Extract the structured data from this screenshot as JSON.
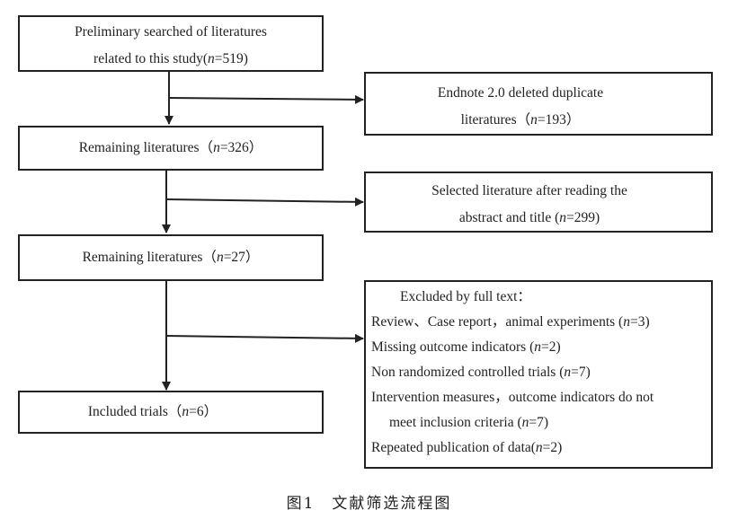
{
  "boxes": {
    "initial": {
      "line1": "Preliminary searched of literatures",
      "line2a": "related to this study(",
      "n": "n",
      "line2b": "=519)"
    },
    "duplicates": {
      "line1": "Endnote 2.0 deleted duplicate",
      "line2a": "literatures（",
      "n": "n",
      "line2b": "=193）"
    },
    "remaining1": {
      "a": "Remaining literatures（",
      "n": "n",
      "b": "=326）"
    },
    "abstract": {
      "line1": "Selected literature after reading the",
      "line2a": "abstract and title (",
      "n": "n",
      "line2b": "=299)"
    },
    "remaining2": {
      "a": "Remaining literatures（",
      "n": "n",
      "b": "=27）"
    },
    "excluded": {
      "header": "Excluded by full text：",
      "items": [
        {
          "a": "Review、Case report，animal experiments (",
          "n": "n",
          "b": "=3)"
        },
        {
          "a": "Missing outcome indicators (",
          "n": "n",
          "b": "=2)"
        },
        {
          "a": "Non randomized controlled trials (",
          "n": "n",
          "b": "=7)"
        },
        {
          "a": "Intervention measures，outcome indicators do not",
          "n": "",
          "b": ""
        },
        {
          "a": "meet inclusion criteria (",
          "n": "n",
          "b": "=7)"
        },
        {
          "a": "Repeated publication of data(",
          "n": "n",
          "b": "=2)"
        }
      ]
    },
    "included": {
      "a": "Included trials（",
      "n": "n",
      "b": "=6）"
    }
  },
  "caption": "图1　文献筛选流程图",
  "colors": {
    "line": "#222222",
    "text": "#222222",
    "background": "#ffffff"
  }
}
